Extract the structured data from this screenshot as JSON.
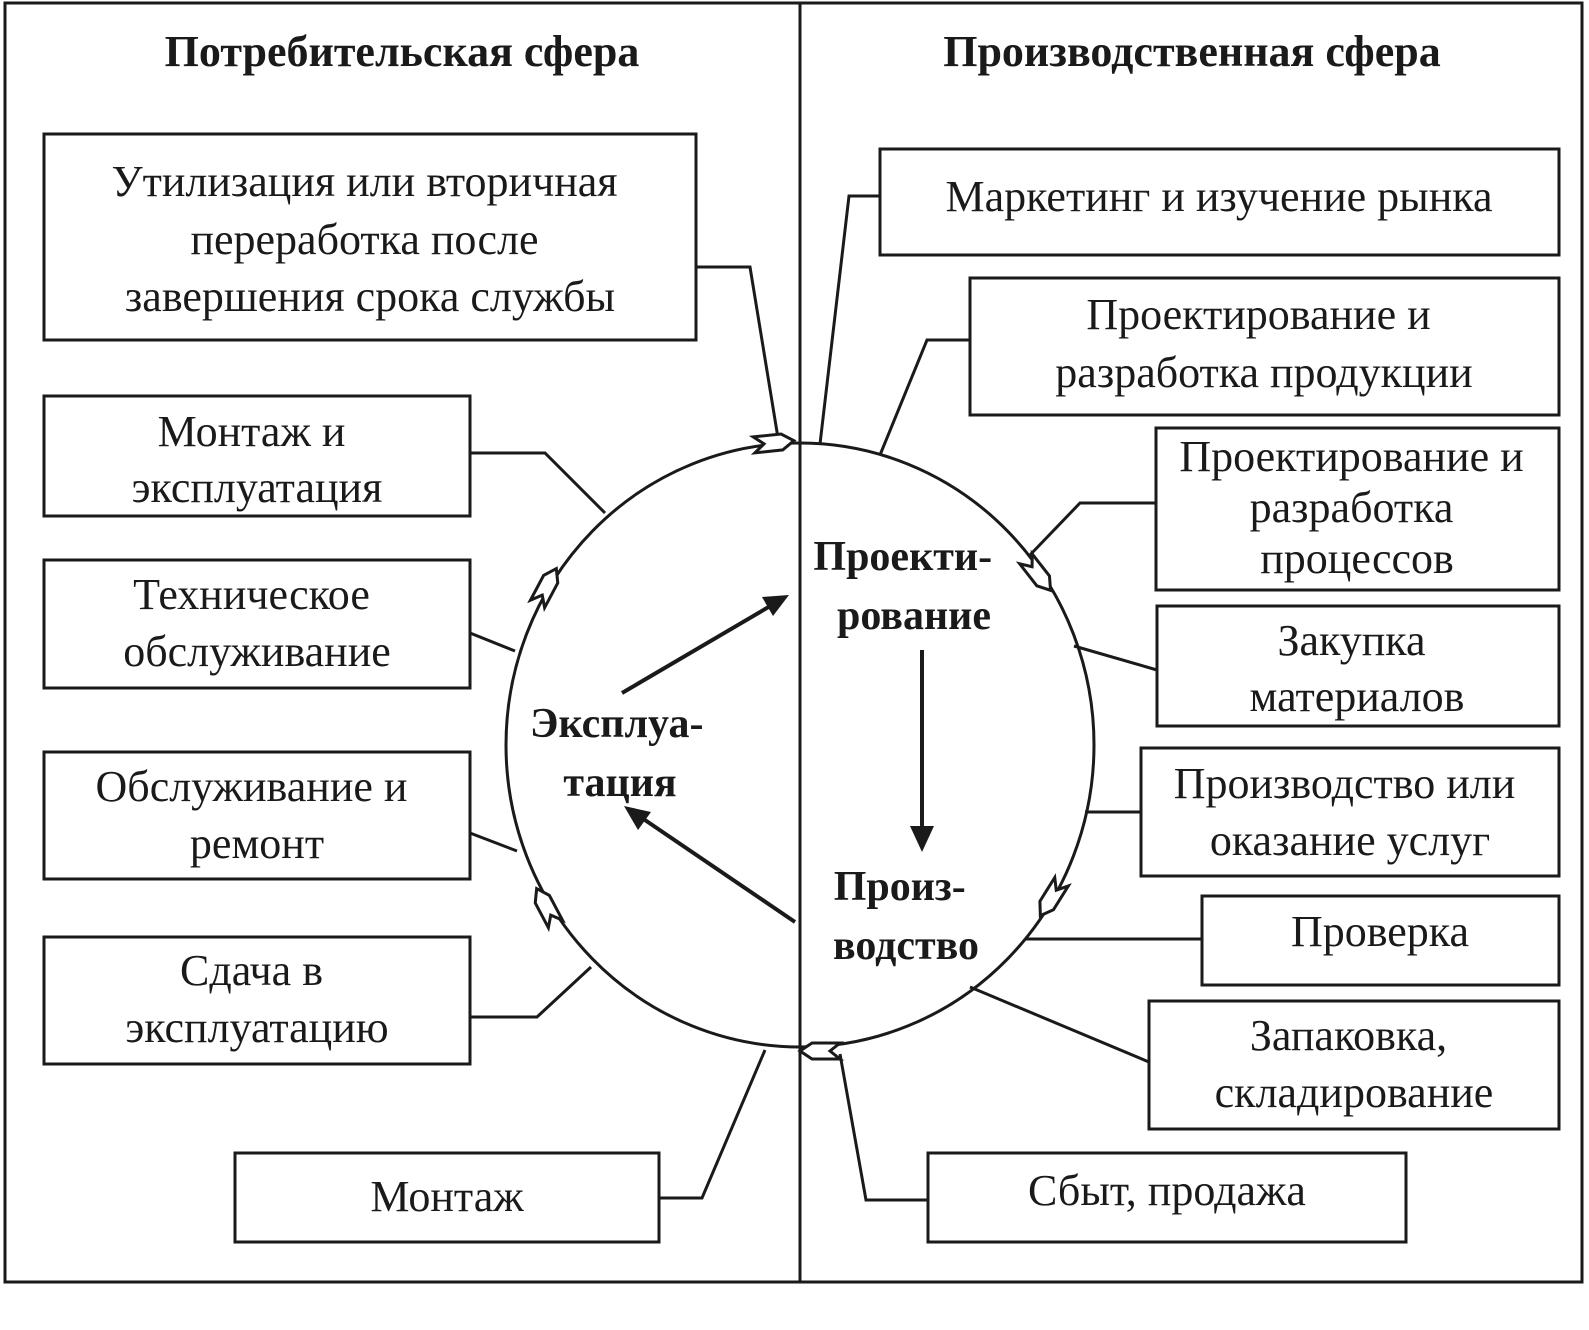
{
  "headers": {
    "consumer": "Потребительская сфера",
    "production": "Производственная сфера"
  },
  "left_boxes": [
    {
      "lines": [
        "Утилизация или вторичная",
        "переработка после",
        "завершения срока службы"
      ]
    },
    {
      "lines": [
        "Монтаж и",
        "эксплуатация"
      ]
    },
    {
      "lines": [
        "Техническое",
        "обслуживание"
      ]
    },
    {
      "lines": [
        "Обслуживание и",
        "ремонт"
      ]
    },
    {
      "lines": [
        "Сдача в",
        "эксплуатацию"
      ]
    },
    {
      "lines": [
        "Монтаж"
      ]
    }
  ],
  "right_boxes": [
    {
      "lines": [
        "Маркетинг и изучение рынка"
      ]
    },
    {
      "lines": [
        "Проектирование и",
        "разработка продукции"
      ]
    },
    {
      "lines": [
        "Проектирование и",
        "разработка",
        "процессов"
      ]
    },
    {
      "lines": [
        "Закупка",
        "материалов"
      ]
    },
    {
      "lines": [
        "Производство или",
        "оказание услуг"
      ]
    },
    {
      "lines": [
        "Проверка"
      ]
    },
    {
      "lines": [
        "Запаковка,",
        "складирование"
      ]
    },
    {
      "lines": [
        "Сбыт, продажа"
      ]
    }
  ],
  "phases": {
    "design": [
      "Проекти-",
      "рование"
    ],
    "production": [
      "Произ-",
      "водство"
    ],
    "operation": [
      "Эксплуа-",
      "тация"
    ]
  }
}
